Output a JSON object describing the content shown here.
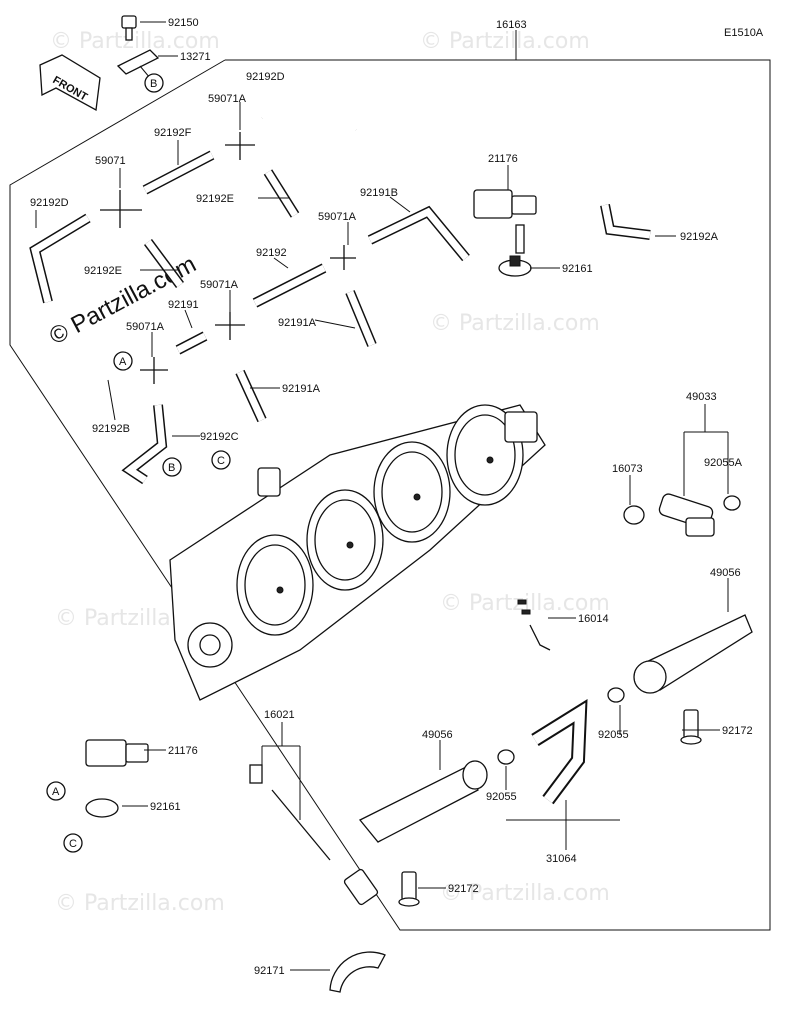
{
  "diagram_code": "E1510A",
  "watermark": "© Partzilla.com",
  "front_label": "FRONT",
  "callouts": {
    "a": "A",
    "b": "B",
    "c": "C"
  },
  "part_labels": {
    "p92150": "92150",
    "p13271": "13271",
    "p16163": "16163",
    "p92192d_top": "92192D",
    "p59071a_1": "59071A",
    "p92192f": "92192F",
    "p59071": "59071",
    "p92192e_1": "92192E",
    "p92192d_left": "92192D",
    "p92192e_2": "92192E",
    "p21176_top": "21176",
    "p92191b": "92191B",
    "p92192a": "92192A",
    "p59071a_2": "59071A",
    "p92161_top": "92161",
    "p92192": "92192",
    "p59071a_3": "59071A",
    "p92191": "92191",
    "p59071a_4": "59071A",
    "p92191a_1": "92191A",
    "p92191a_2": "92191A",
    "p92192b": "92192B",
    "p92192c": "92192C",
    "p49033": "49033",
    "p16073": "16073",
    "p92055a": "92055A",
    "p49056_right": "49056",
    "p16014": "16014",
    "p16021": "16021",
    "p21176_bottom": "21176",
    "p92161_bottom": "92161",
    "p49056_mid": "49056",
    "p92055_right": "92055",
    "p92055_mid": "92055",
    "p92172_right": "92172",
    "p31064": "31064",
    "p92172_bottom": "92172",
    "p92171": "92171"
  }
}
